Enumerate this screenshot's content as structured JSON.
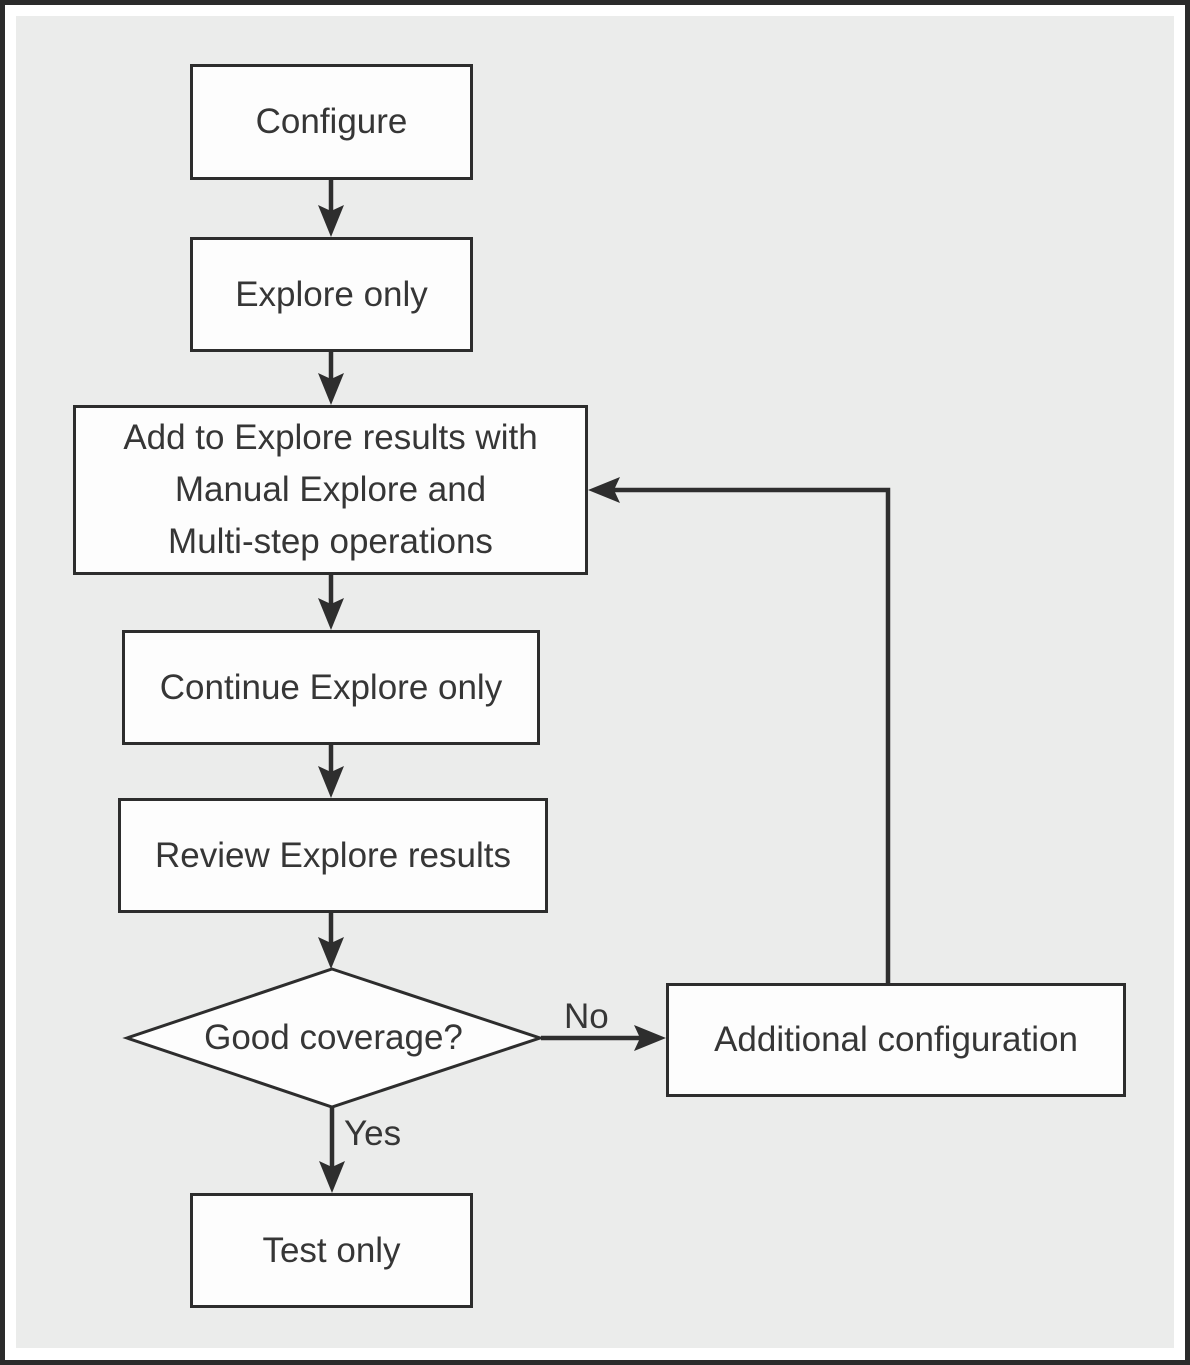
{
  "diagram": {
    "type": "flowchart",
    "colors": {
      "canvas": "#ffffff",
      "panel_background": "#ebeceb",
      "frame_border": "#2b2b2b",
      "node_fill": "#fdfdfd",
      "node_border": "#2d2d2d",
      "connector": "#2e2e2e",
      "text": "#363636"
    },
    "nodes": [
      {
        "id": "configure",
        "shape": "rect",
        "label": "Configure"
      },
      {
        "id": "explore-only",
        "shape": "rect",
        "label": "Explore only"
      },
      {
        "id": "add-to-explore",
        "shape": "rect",
        "lines": [
          "Add to Explore results with",
          "Manual Explore and",
          "Multi-step operations"
        ]
      },
      {
        "id": "continue-explore-only",
        "shape": "rect",
        "label": "Continue Explore only"
      },
      {
        "id": "review-explore-results",
        "shape": "rect",
        "label": "Review Explore results"
      },
      {
        "id": "good-coverage",
        "shape": "diamond",
        "label": "Good coverage?"
      },
      {
        "id": "additional-configuration",
        "shape": "rect",
        "label": "Additional configuration"
      },
      {
        "id": "test-only",
        "shape": "rect",
        "label": "Test only"
      }
    ],
    "edges": [
      {
        "from": "configure",
        "to": "explore-only",
        "label": ""
      },
      {
        "from": "explore-only",
        "to": "add-to-explore",
        "label": ""
      },
      {
        "from": "add-to-explore",
        "to": "continue-explore-only",
        "label": ""
      },
      {
        "from": "continue-explore-only",
        "to": "review-explore-results",
        "label": ""
      },
      {
        "from": "review-explore-results",
        "to": "good-coverage",
        "label": ""
      },
      {
        "from": "good-coverage",
        "to": "additional-configuration",
        "label": "No"
      },
      {
        "from": "good-coverage",
        "to": "test-only",
        "label": "Yes"
      },
      {
        "from": "additional-configuration",
        "to": "add-to-explore",
        "label": ""
      }
    ]
  }
}
